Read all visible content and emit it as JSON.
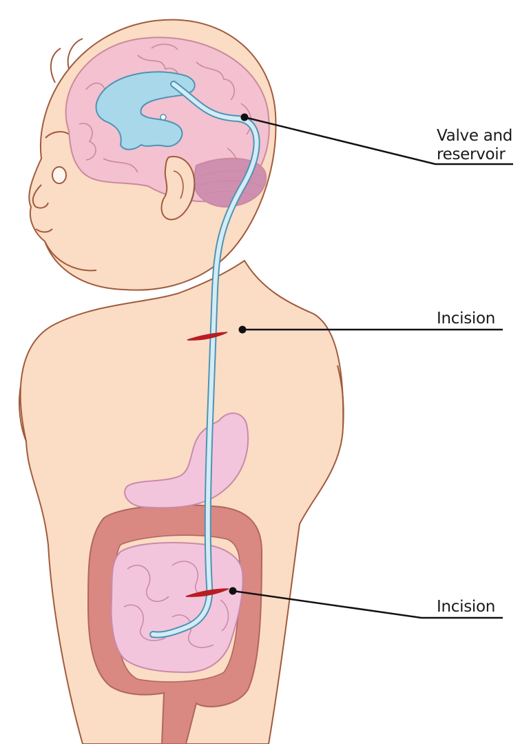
{
  "labels": {
    "valve_line1": "Valve and",
    "valve_line2": "reservoir",
    "incision_neck": "Incision",
    "incision_abdomen": "Incision"
  },
  "colors": {
    "skin": "#fbdcc4",
    "outline": "#a05a3c",
    "brain": "#f3c1cf",
    "brain_line": "#c98a9e",
    "ventricle": "#a9d8ea",
    "ventricle_line": "#4d93b4",
    "shunt": "#d3ecf5",
    "shunt_line": "#4d93b4",
    "small_intestine": "#f3c5dc",
    "small_intestine_line": "#c98aab",
    "colon": "#d98882",
    "colon_line": "#b06560",
    "incision": "#b81d22",
    "leader": "#111111"
  }
}
